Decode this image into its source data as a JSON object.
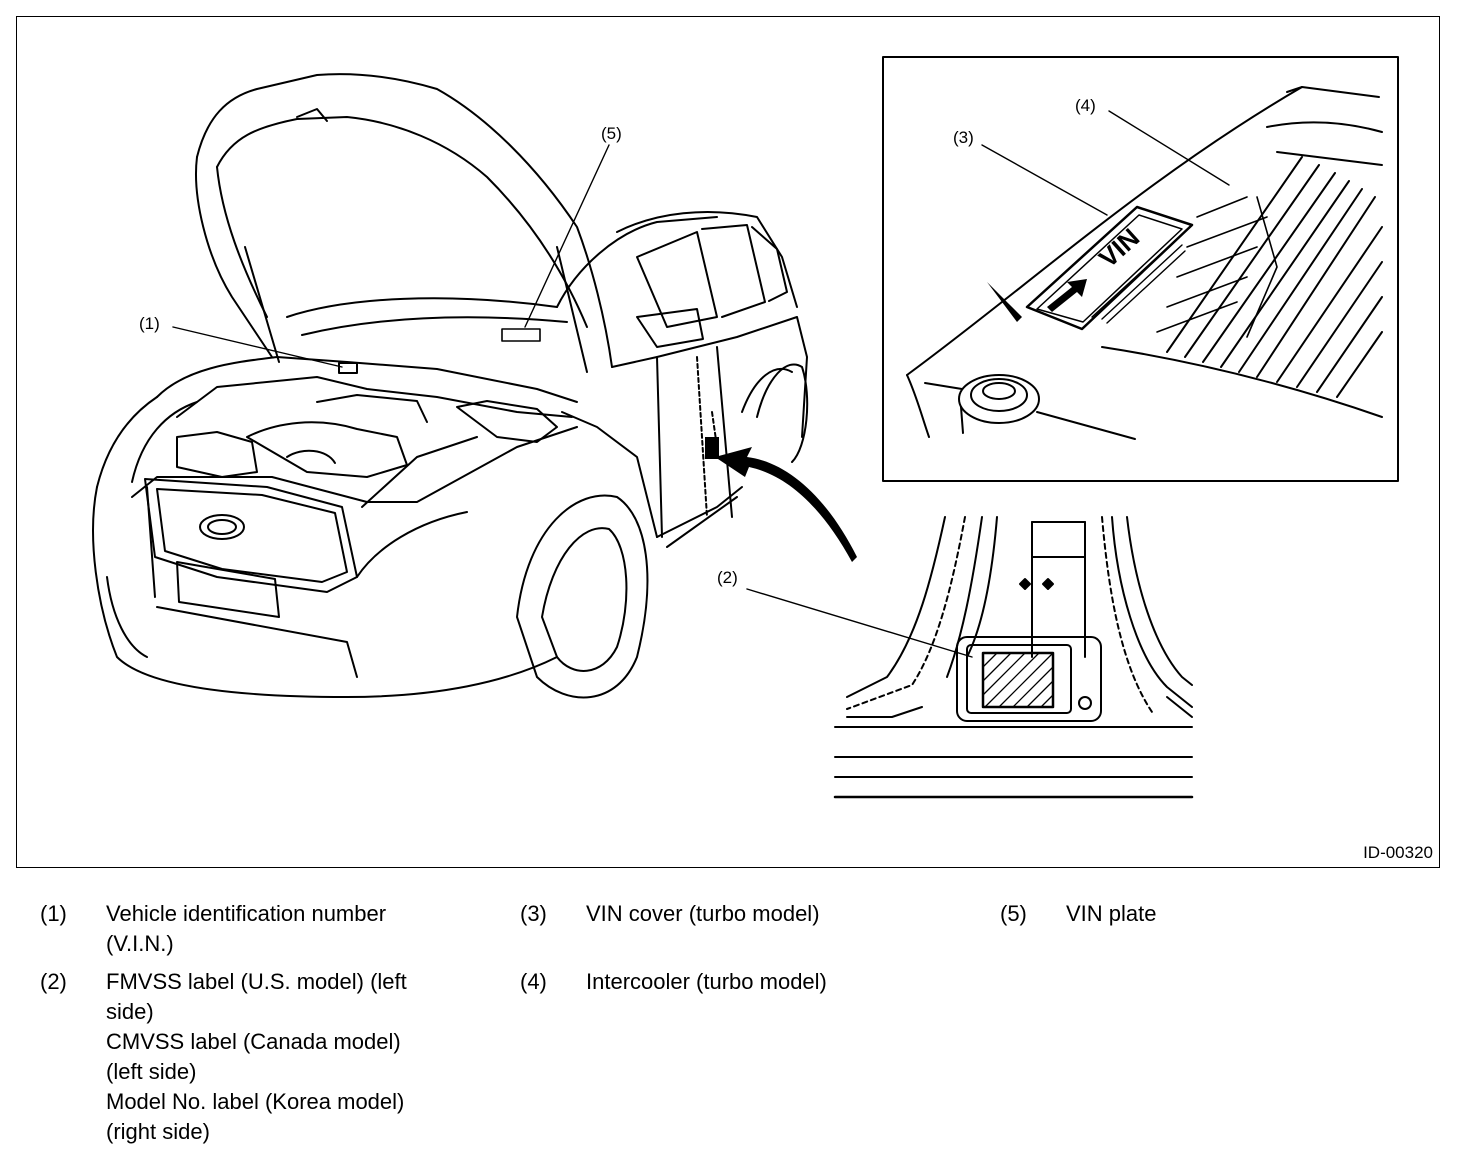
{
  "figure": {
    "id_label": "ID-00320",
    "callouts": {
      "c1": "(1)",
      "c2": "(2)",
      "c3": "(3)",
      "c4": "(4)",
      "c5": "(5)"
    },
    "vin_text": "VIN"
  },
  "legend": [
    {
      "num": "(1)",
      "lines": [
        "Vehicle identification number",
        "(V.I.N.)"
      ]
    },
    {
      "num": "(2)",
      "lines": [
        "FMVSS label (U.S. model) (left",
        "side)",
        "CMVSS label (Canada model)",
        "(left side)",
        "Model No. label (Korea model)",
        "(right side)"
      ]
    },
    {
      "num": "(3)",
      "lines": [
        "VIN cover (turbo model)"
      ]
    },
    {
      "num": "(4)",
      "lines": [
        "Intercooler (turbo model)"
      ]
    },
    {
      "num": "(5)",
      "lines": [
        "VIN plate"
      ]
    }
  ]
}
